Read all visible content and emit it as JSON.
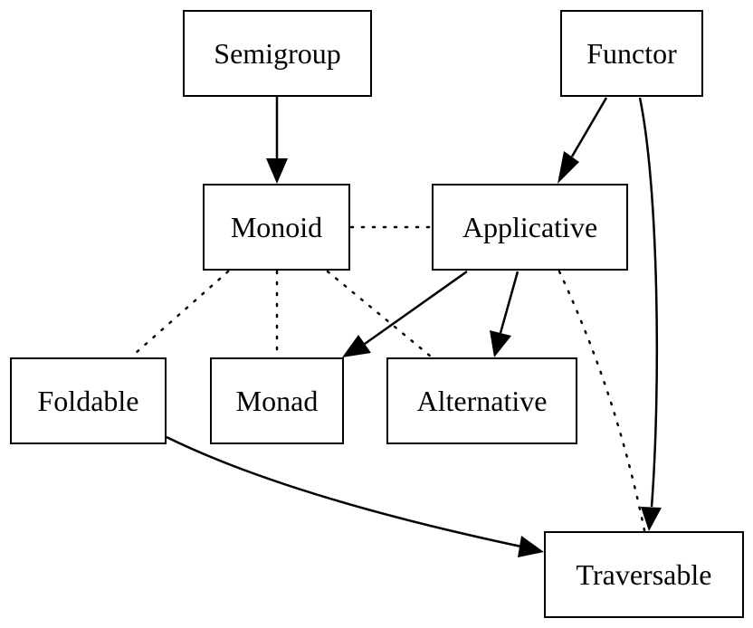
{
  "nodes": {
    "semigroup": "Semigroup",
    "functor": "Functor",
    "monoid": "Monoid",
    "applicative": "Applicative",
    "foldable": "Foldable",
    "monad": "Monad",
    "alternative": "Alternative",
    "traversable": "Traversable"
  },
  "edges": [
    {
      "from": "Semigroup",
      "to": "Monoid",
      "style": "solid",
      "arrow": true
    },
    {
      "from": "Functor",
      "to": "Applicative",
      "style": "solid",
      "arrow": true
    },
    {
      "from": "Functor",
      "to": "Traversable",
      "style": "solid",
      "arrow": true
    },
    {
      "from": "Monoid",
      "to": "Applicative",
      "style": "dotted",
      "arrow": false
    },
    {
      "from": "Monoid",
      "to": "Foldable",
      "style": "dotted",
      "arrow": false
    },
    {
      "from": "Monoid",
      "to": "Monad",
      "style": "dotted",
      "arrow": false
    },
    {
      "from": "Monoid",
      "to": "Alternative",
      "style": "dotted",
      "arrow": false
    },
    {
      "from": "Applicative",
      "to": "Monad",
      "style": "solid",
      "arrow": true
    },
    {
      "from": "Applicative",
      "to": "Alternative",
      "style": "solid",
      "arrow": true
    },
    {
      "from": "Applicative",
      "to": "Traversable",
      "style": "dotted",
      "arrow": false
    },
    {
      "from": "Foldable",
      "to": "Traversable",
      "style": "solid",
      "arrow": true
    }
  ],
  "colors": {
    "stroke": "#000000",
    "background": "#ffffff"
  }
}
